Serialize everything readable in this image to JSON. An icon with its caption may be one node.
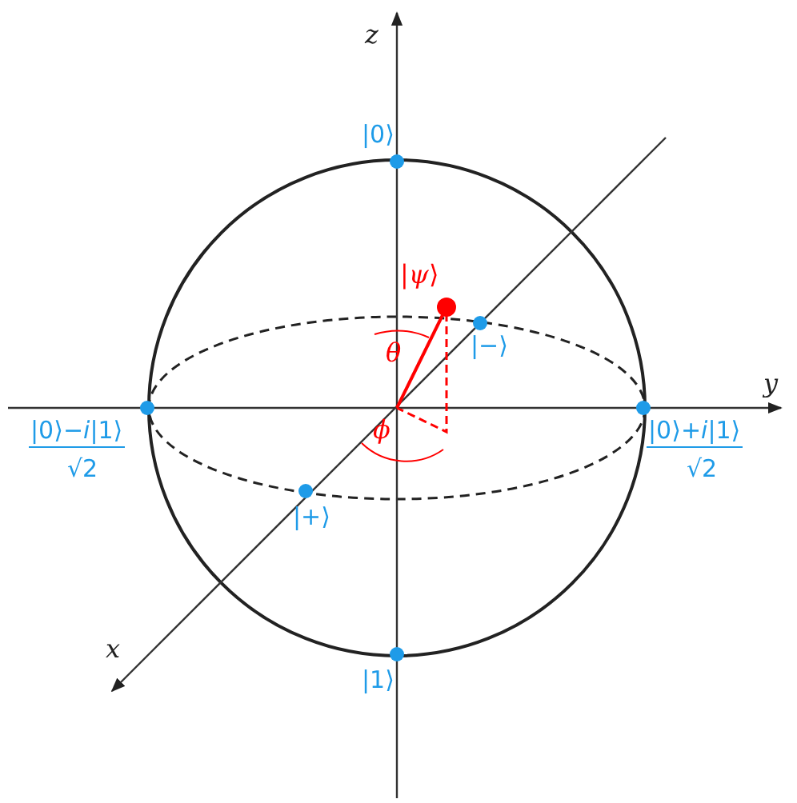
{
  "diagram": {
    "labels": [
      "*z*",
      "|0⟩",
      "|*ψ*⟩",
      "|−⟩",
      "*θ*",
      "*y*",
      "|0⟩−*i*|1⟩",
      "√2",
      "|0⟩+*i*|1⟩",
      "√2",
      "*ϕ*",
      "|+⟩",
      "*x*",
      "|1⟩"
    ]
  }
}
